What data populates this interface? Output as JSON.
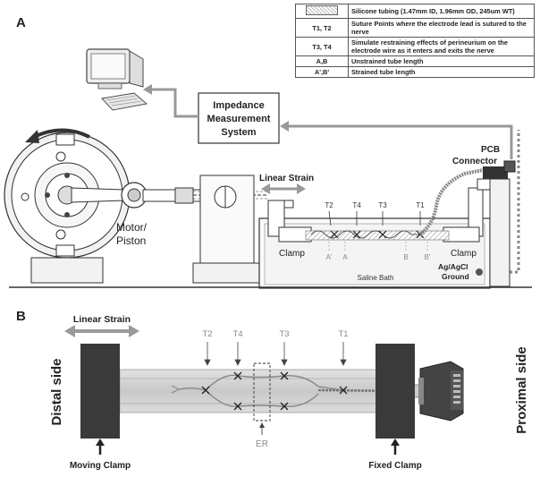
{
  "panel_a": {
    "label": "A",
    "legend": [
      {
        "key": "",
        "key_icon": "hatched-swatch",
        "desc": "Silicone tubing (1.47mm ID, 1.96mm OD, 245um WT)"
      },
      {
        "key": "T1, T2",
        "desc": "Suture Points where the electrode lead is sutured to the nerve"
      },
      {
        "key": "T3, T4",
        "desc": "Simulate restraining effects of perineurium on the electrode wire as it enters and exits the nerve"
      },
      {
        "key": "A,B",
        "desc": "Unstrained tube length"
      },
      {
        "key": "A',B'",
        "desc": "Strained tube length"
      }
    ],
    "impedance_line1": "Impedance",
    "impedance_line2": "Measurement",
    "impedance_line3": "System",
    "pcb_line1": "PCB",
    "pcb_line2": "Connector",
    "linear_strain": "Linear Strain",
    "motor_line1": "Motor/",
    "motor_line2": "Piston",
    "clamp_left": "Clamp",
    "clamp_right": "Clamp",
    "saline_bath": "Saline Bath",
    "ground_line1": "Ag/AgCl",
    "ground_line2": "Ground",
    "suture_labels": [
      "T2",
      "T4",
      "T3",
      "T1"
    ],
    "length_labels": [
      "A'",
      "A",
      "B",
      "B'"
    ]
  },
  "panel_b": {
    "label": "B",
    "linear_strain": "Linear Strain",
    "distal_side": "Distal side",
    "proximal_side": "Proximal side",
    "moving_clamp": "Moving Clamp",
    "fixed_clamp": "Fixed Clamp",
    "suture_labels": [
      "T2",
      "T4",
      "T3",
      "T1"
    ],
    "er_label": "ER"
  },
  "colors": {
    "arrow_gray": "#999999",
    "clamp_dark": "#3a3a3a",
    "tube_gray": "#cfcfcf"
  }
}
